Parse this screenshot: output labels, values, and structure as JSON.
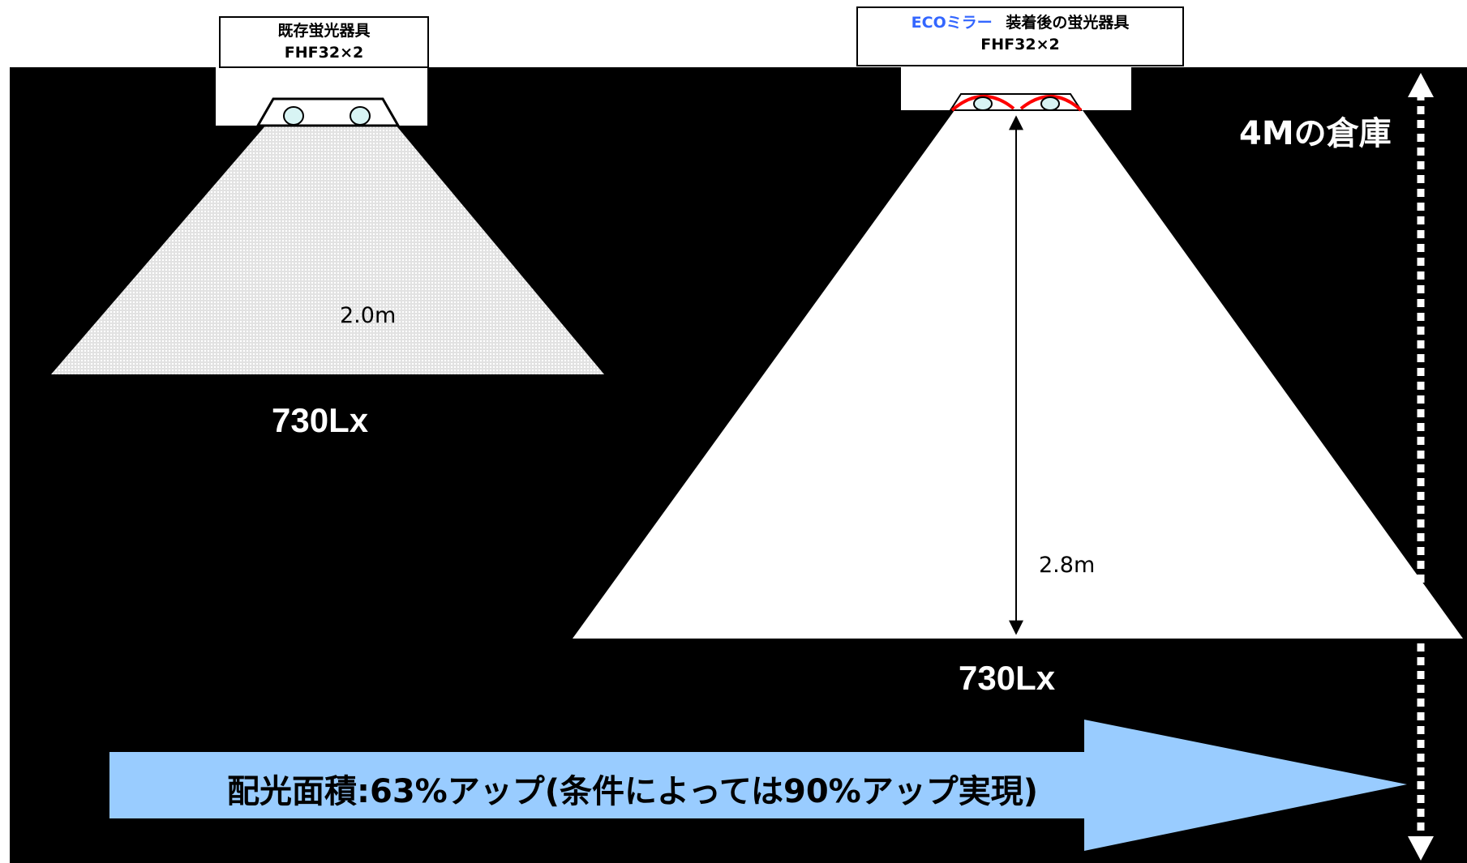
{
  "left_fixture": {
    "title": "既存蛍光器具",
    "model": "FHF32×2",
    "distance": "2.0m",
    "illuminance": "730Lx"
  },
  "right_fixture": {
    "title_brand": "ECOミラー",
    "title_rest": "装着後の蛍光器具",
    "model": "FHF32×2",
    "distance": "2.8m",
    "illuminance": "730Lx"
  },
  "warehouse_label": "4Mの倉庫",
  "summary_banner": "配光面積:63%アップ(条件によっては90%アップ実現)",
  "colors": {
    "background": "#000000",
    "light_cone": "#ffffff",
    "left_cone": "#e8e8e8",
    "lamp": "#d8f4f4",
    "mirror": "#ff0000",
    "brand": "#3366ff",
    "banner_arrow": "#99ccff"
  }
}
